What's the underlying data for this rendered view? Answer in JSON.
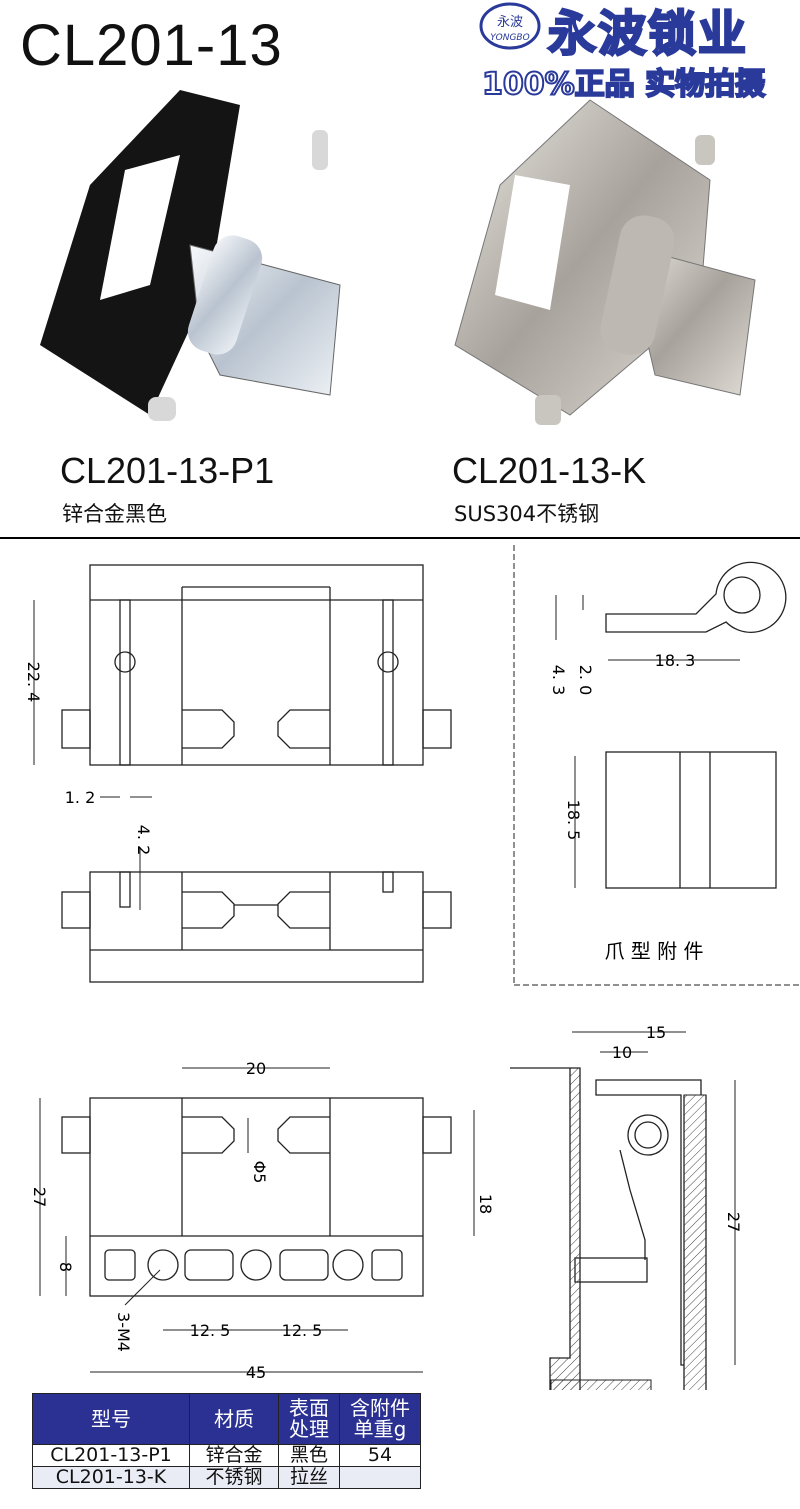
{
  "model_title": "CL201-13",
  "brand": {
    "logo_small_cn": "永波",
    "logo_small_en": "YONGBO",
    "name": "永波锁业",
    "slogan": "100%正品 实物拍摄"
  },
  "products": [
    {
      "code": "CL201-13-P1",
      "material": "锌合金黑色"
    },
    {
      "code": "CL201-13-K",
      "material": "SUS304不锈钢"
    }
  ],
  "drawing": {
    "dims": {
      "d22_4": "22. 4",
      "d1_2": "1. 2",
      "d4_2": "4. 2",
      "d18_3": "18. 3",
      "d2_0": "2. 0",
      "d4_3": "4. 3",
      "d18_5": "18. 5",
      "d20": "20",
      "d27": "27",
      "d8": "8",
      "d18": "18",
      "d5": "Φ5",
      "d3m4": "3-M4",
      "d12_5a": "12. 5",
      "d12_5b": "12. 5",
      "d45": "45",
      "d15": "15",
      "d10": "10",
      "d27r": "27"
    },
    "claw_label": "爪 型 附 件"
  },
  "spec_table": {
    "headers": [
      "型号",
      "材质",
      "表面\n处理",
      "含附件\n单重g"
    ],
    "rows": [
      [
        "CL201-13-P1",
        "锌合金",
        "黑色",
        "54"
      ],
      [
        "CL201-13-K",
        "不锈钢",
        "拉丝",
        ""
      ]
    ]
  },
  "colors": {
    "table_header": "#2b3192",
    "brand_blue": "#2a3a9a",
    "text": "#111111"
  }
}
